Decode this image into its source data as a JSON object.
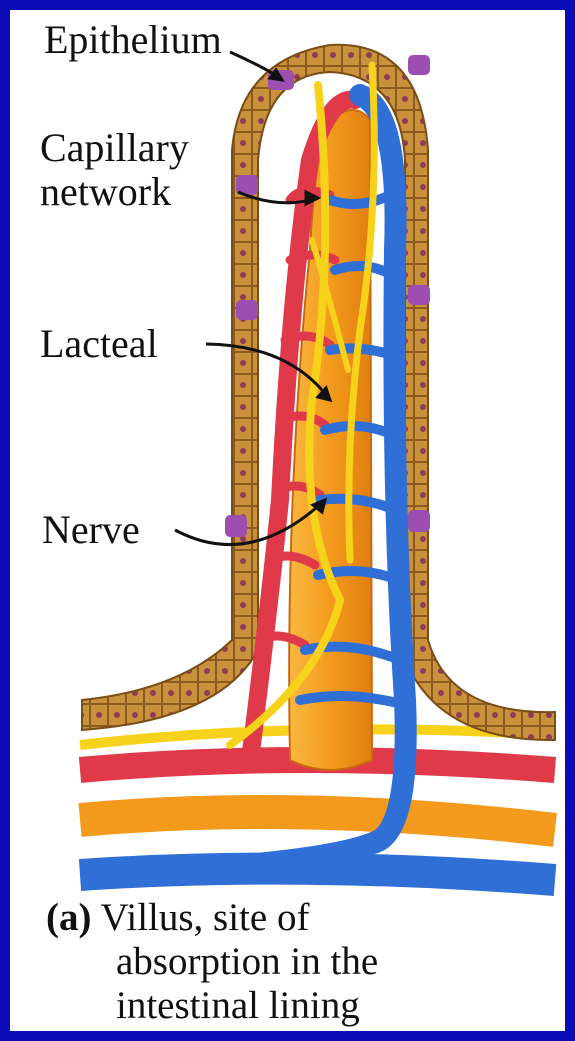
{
  "labels": {
    "epithelium": "Epithelium",
    "capillary_line1": "Capillary",
    "capillary_line2": "network",
    "lacteal": "Lacteal",
    "nerve": "Nerve"
  },
  "caption": {
    "tag": "(a)",
    "line1": "Villus, site of",
    "line2": "absorption in the",
    "line3": "intestinal lining"
  },
  "colors": {
    "frame": "#0b0bb8",
    "epithelium": "#c9913a",
    "goblet": "#9c4fb0",
    "artery": "#e03a4a",
    "vein": "#2f6fd6",
    "lacteal": "#f39a1c",
    "nerve": "#f7d21a"
  }
}
